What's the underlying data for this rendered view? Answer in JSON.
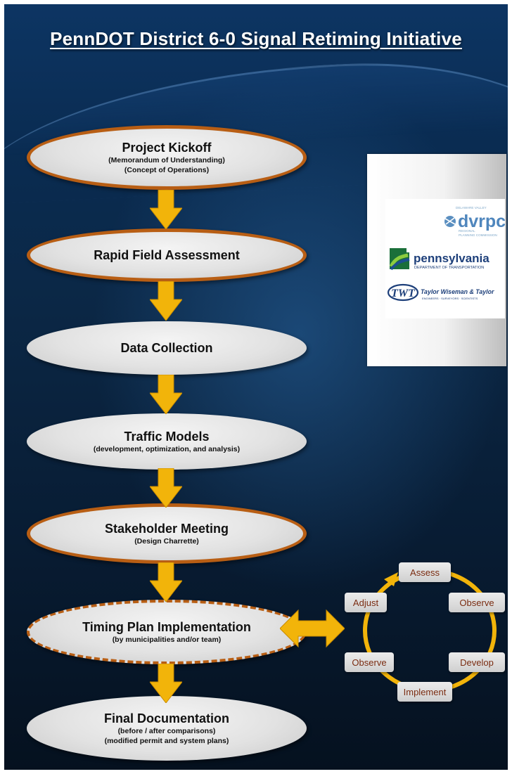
{
  "title": "PennDOT District 6-0 Signal Retiming Initiative",
  "steps": [
    {
      "title": "Project Kickoff",
      "sub1": "(Memorandum of Understanding)",
      "sub2": "(Concept of Operations)",
      "style": "outlined"
    },
    {
      "title": "Rapid Field Assessment",
      "sub1": "",
      "sub2": "",
      "style": "outlined"
    },
    {
      "title": "Data Collection",
      "sub1": "",
      "sub2": "",
      "style": "plain"
    },
    {
      "title": "Traffic Models",
      "sub1": "(development, optimization, and analysis)",
      "sub2": "",
      "style": "plain"
    },
    {
      "title": "Stakeholder Meeting",
      "sub1": "(Design Charrette)",
      "sub2": "",
      "style": "outlined"
    },
    {
      "title": "Timing Plan Implementation",
      "sub1": "(by municipalities and/or team)",
      "sub2": "",
      "style": "dashed"
    },
    {
      "title": "Final Documentation",
      "sub1": "(before / after comparisons)",
      "sub2": "(modified permit and system plans)",
      "style": "plain"
    }
  ],
  "logos": {
    "dvrpc": {
      "name": "dvrpc",
      "top": "DELAWARE VALLEY",
      "bottom1": "REGIONAL",
      "bottom2": "PLANNING COMMISSION"
    },
    "penndot": {
      "name": "pennsylvania",
      "sub": "DEPARTMENT OF TRANSPORTATION"
    },
    "twt": {
      "mark": "TWT",
      "name": "Taylor Wiseman & Taylor",
      "sub": "ENGINEERS · SURVEYORS · SCIENTISTS"
    }
  },
  "cycle": {
    "assess": "Assess",
    "observe_right": "Observe",
    "develop": "Develop",
    "implement": "Implement",
    "observe_left": "Observe",
    "adjust": "Adjust"
  },
  "colors": {
    "accent_orange": "#b85e14",
    "arrow_yellow": "#f2b40a",
    "background_navy": "#0b2745"
  }
}
